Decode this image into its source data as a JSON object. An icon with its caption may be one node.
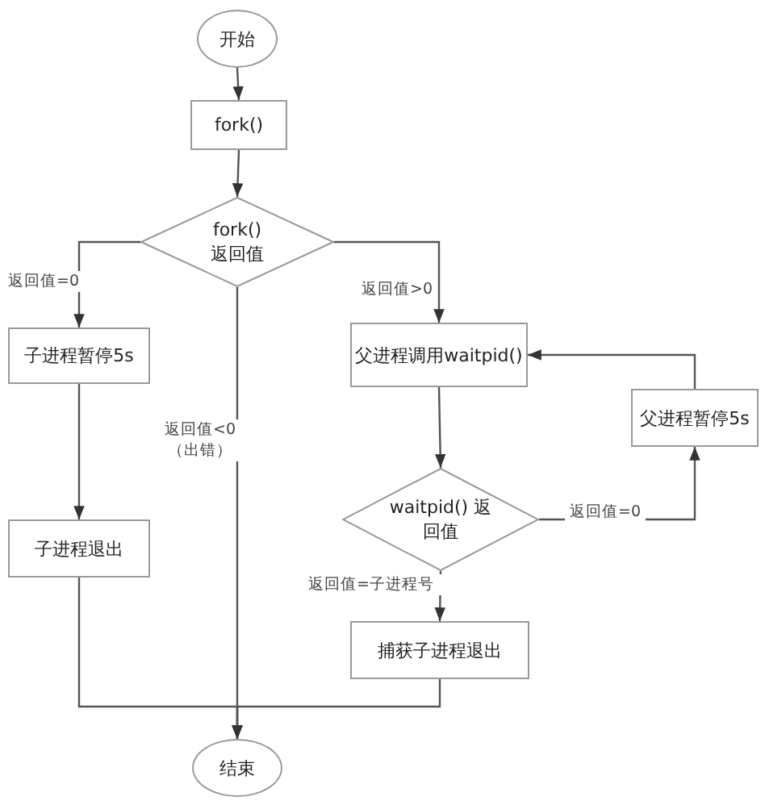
{
  "diagram": {
    "nodes": [
      {
        "text": [
          "开始"
        ]
      },
      {
        "text": [
          "fork()"
        ]
      },
      {
        "text": [
          "fork() 返回值"
        ]
      },
      {
        "text": [
          "子进程暂停5s"
        ]
      },
      {
        "text": [
          "子进程退出"
        ]
      },
      {
        "text": [
          "父进程调用waitpid()"
        ]
      },
      {
        "text": [
          "waitpid() 返回值"
        ]
      },
      {
        "text": [
          "父进程暂停5s"
        ]
      },
      {
        "text": [
          "捕获子进程退出"
        ]
      },
      {
        "text": [
          "结束"
        ]
      }
    ],
    "edges": [
      {
        "from": 0,
        "to": 1,
        "arrow": "to"
      },
      {
        "from": 1,
        "to": 2,
        "arrow": "to"
      },
      {
        "from": 2,
        "to": 3,
        "arrow": "to",
        "label": "返回值=0"
      },
      {
        "from": 2,
        "to": 9,
        "arrow": "to",
        "label": "返回值<0（出错）"
      },
      {
        "from": 2,
        "to": 5,
        "arrow": "to",
        "label": "返回值>0"
      },
      {
        "from": 3,
        "to": 4,
        "arrow": "to"
      },
      {
        "from": 4,
        "to": 9,
        "arrow": "to"
      },
      {
        "from": 5,
        "to": 6,
        "arrow": "to"
      },
      {
        "from": 6,
        "to": 7,
        "arrow": "to",
        "label": "返回值=0"
      },
      {
        "from": 7,
        "to": 5,
        "arrow": "to"
      },
      {
        "from": 6,
        "to": 8,
        "arrow": "to",
        "label": "返回值=子进程号"
      },
      {
        "from": 8,
        "to": 9,
        "arrow": "to"
      }
    ]
  }
}
